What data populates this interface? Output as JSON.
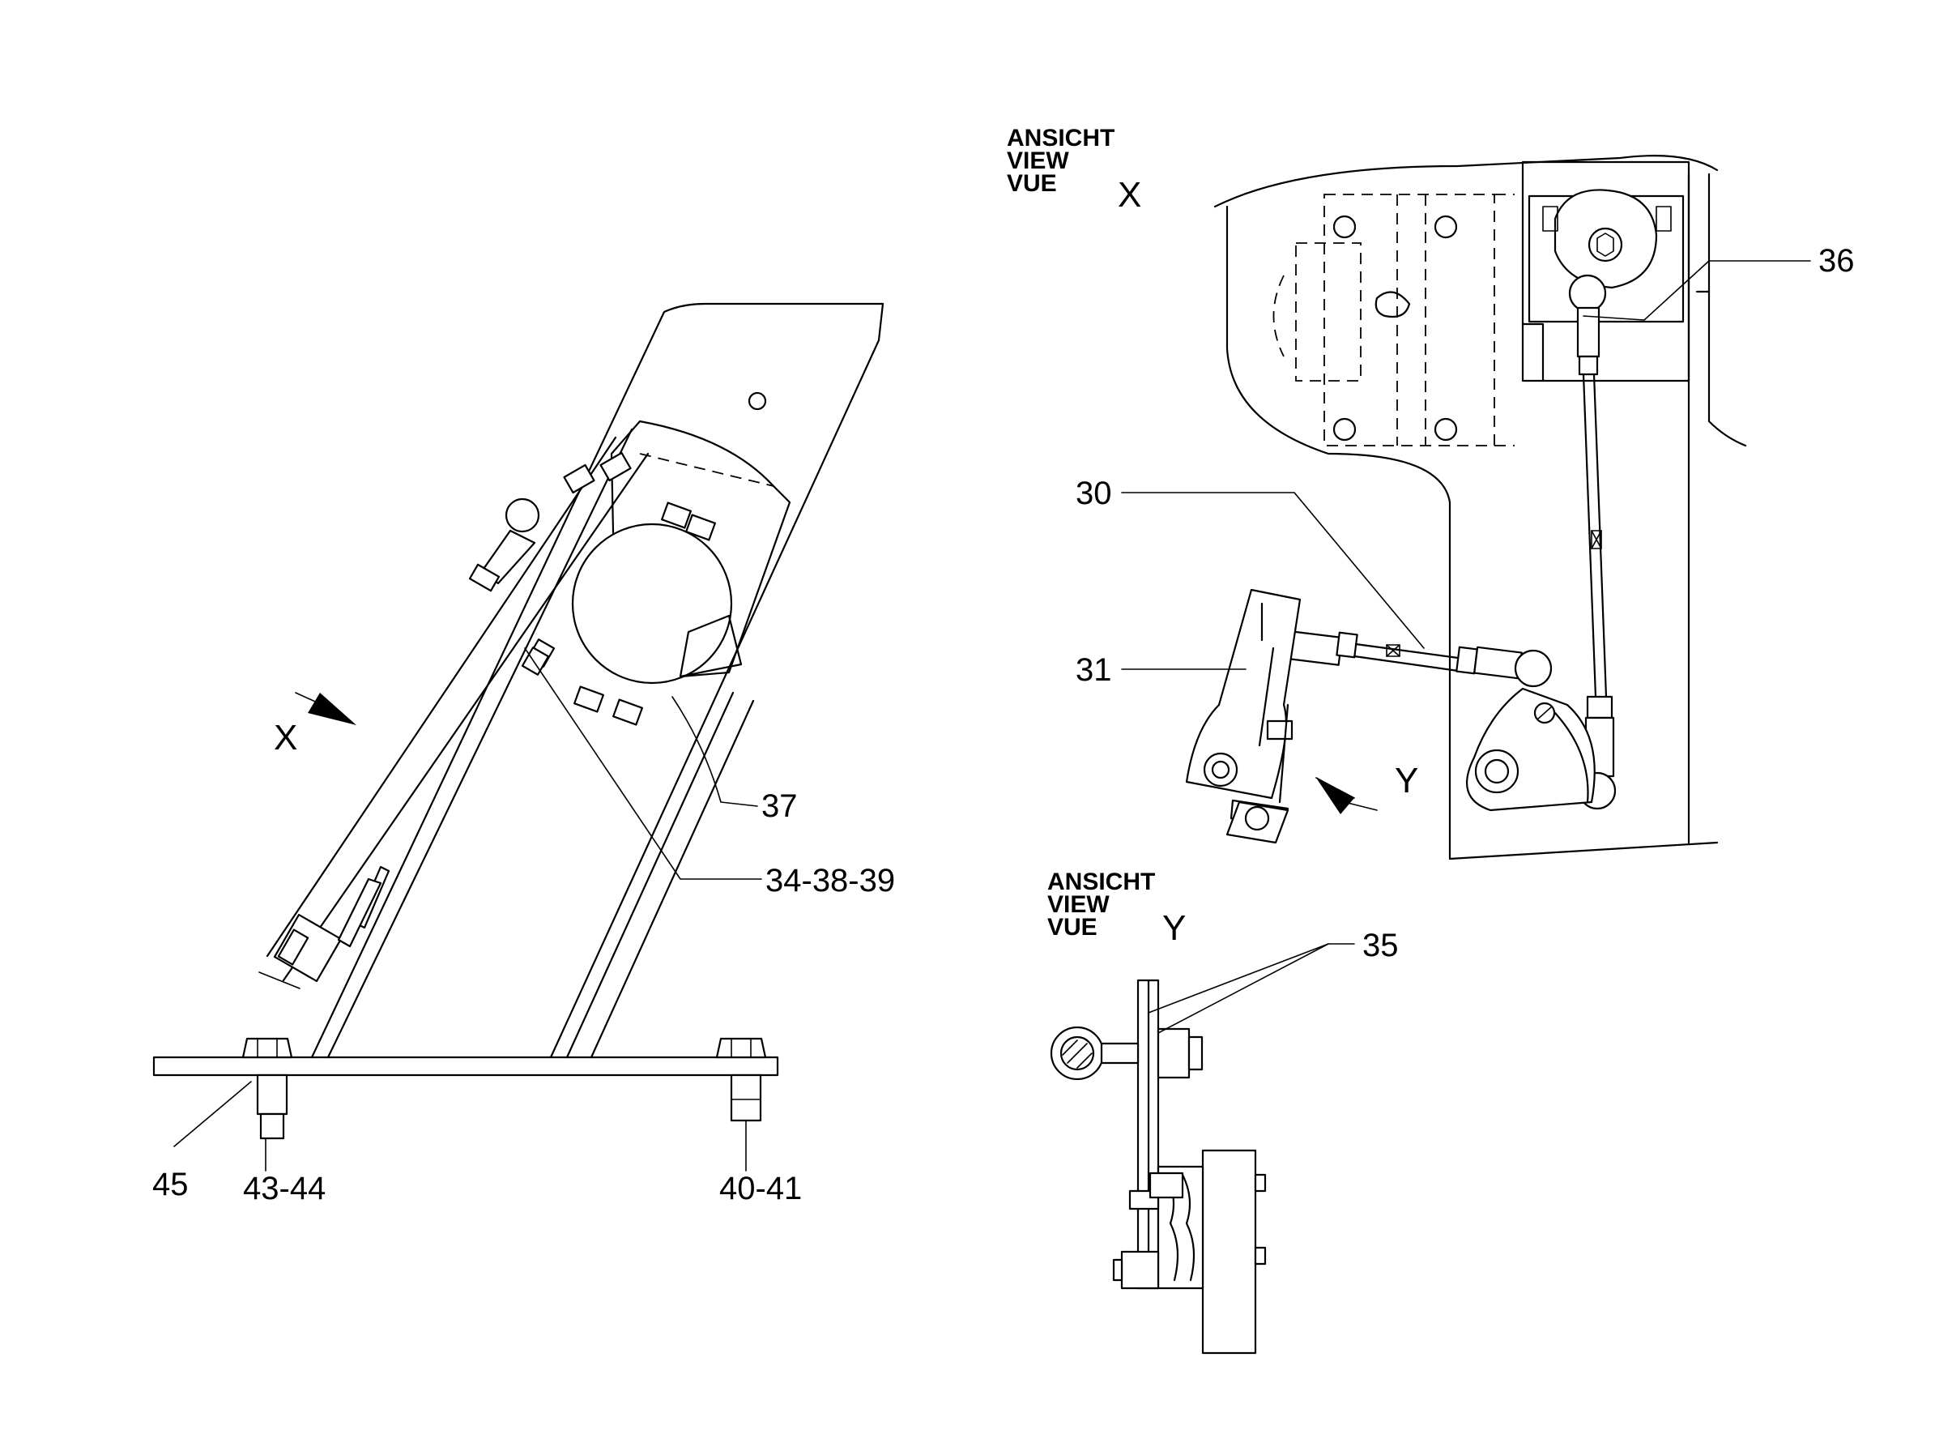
{
  "view_x_heading": {
    "line1": "ANSICHT",
    "line2": "VIEW",
    "line3": "VUE",
    "letter": "X"
  },
  "view_y_heading": {
    "line1": "ANSICHT",
    "line2": "VIEW",
    "line3": "VUE",
    "letter": "Y"
  },
  "arrow_labels": {
    "x": "X",
    "y": "Y"
  },
  "callouts": {
    "c30": "30",
    "c31": "31",
    "c34": "34-38-39",
    "c35": "35",
    "c36": "36",
    "c37": "37",
    "c40": "40-41",
    "c43": "43-44",
    "c45": "45"
  }
}
